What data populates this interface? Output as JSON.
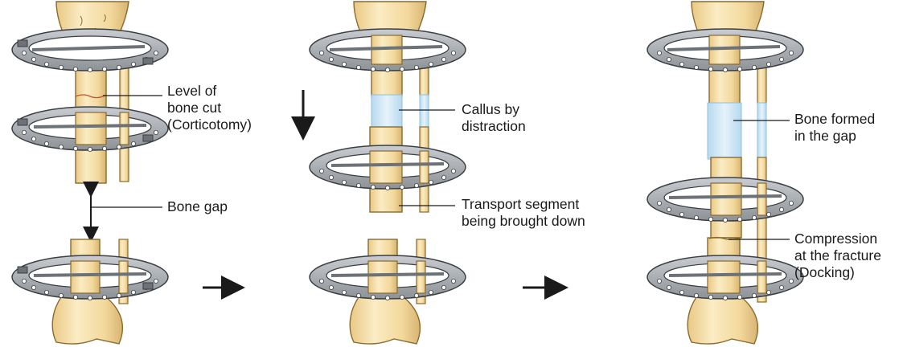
{
  "colors": {
    "bone": "#f5dfa6",
    "bone_edge": "#8a6a2e",
    "bone_shadow": "#d9b873",
    "ring": "#a9aeb3",
    "ring_edge": "#3b3f44",
    "ring_dark": "#6d7277",
    "hole": "#ffffff",
    "callus": "#cfe6f4",
    "leader": "#1a1a1a",
    "arrow": "#1a1a1a"
  },
  "panels": [
    {
      "name": "stage-1",
      "labels": [
        {
          "id": "level-cut",
          "lines": [
            "Level of",
            "bone cut",
            "(Corticotomy)"
          ]
        },
        {
          "id": "bone-gap",
          "lines": [
            "Bone gap"
          ]
        }
      ]
    },
    {
      "name": "stage-2",
      "labels": [
        {
          "id": "callus",
          "lines": [
            "Callus by",
            "distraction"
          ]
        },
        {
          "id": "transport",
          "lines": [
            "Transport segment",
            "being brought down"
          ]
        }
      ]
    },
    {
      "name": "stage-3",
      "labels": [
        {
          "id": "bone-formed",
          "lines": [
            "Bone formed",
            "in the gap"
          ]
        },
        {
          "id": "compression",
          "lines": [
            "Compression",
            "at the fracture",
            "(Docking)"
          ]
        }
      ]
    }
  ]
}
